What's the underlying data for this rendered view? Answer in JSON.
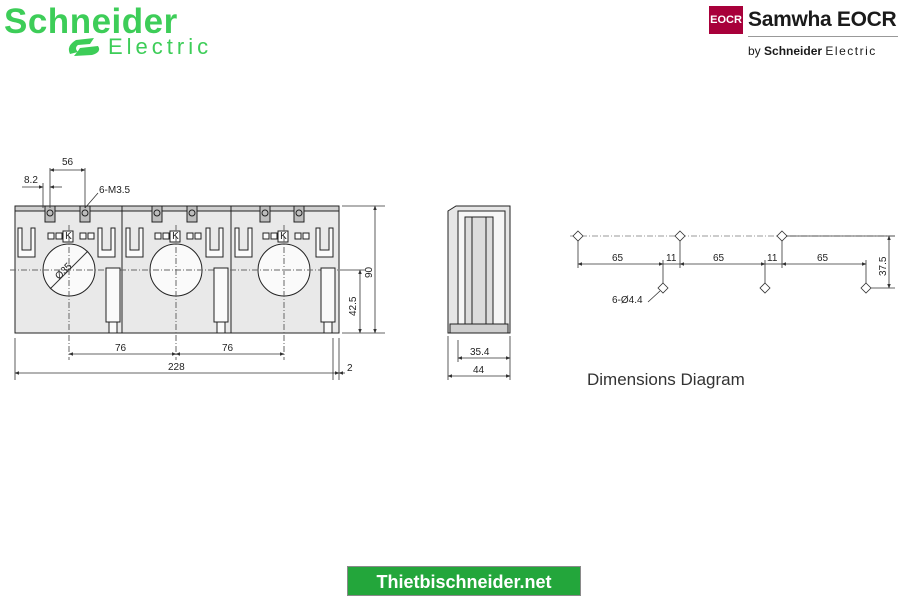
{
  "header": {
    "brand_name": "Schneider",
    "brand_sub": "Electric",
    "partner_badge": "EOCR",
    "partner_name": "Samwha EOCR",
    "partner_by_prefix": "by",
    "partner_by_brand": "Schneider",
    "partner_by_suffix": "Electric"
  },
  "colors": {
    "brand_green": "#3dcd58",
    "partner_red": "#a8003a",
    "footer_green": "#23a63b"
  },
  "drawing": {
    "front_view": {
      "pitch_top": "56",
      "offset_top": "8.2",
      "screw_label": "6-M3.5",
      "hole_label": "Ø35",
      "terminal_mark": "K",
      "height": "90",
      "axis_height": "42.5",
      "spacing_1": "76",
      "spacing_2": "76",
      "overall_width": "228",
      "edge_offset": "2"
    },
    "side_view": {
      "inner_width": "35.4",
      "overall_depth": "44"
    },
    "mounting": {
      "gap_1": "65",
      "gap_2": "11",
      "gap_3": "65",
      "gap_4": "11",
      "gap_5": "65",
      "vertical": "37.5",
      "hole_label": "6-Ø4.4"
    }
  },
  "caption": "Dimensions Diagram",
  "footer": {
    "site": "Thietbischneider.net"
  }
}
